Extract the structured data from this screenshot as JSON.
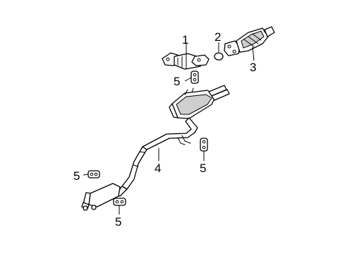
{
  "callouts": {
    "c1": "1",
    "c2": "2",
    "c3": "3",
    "c4": "4",
    "c5a": "5",
    "c5b": "5",
    "c5c": "5",
    "c5d": "5"
  }
}
